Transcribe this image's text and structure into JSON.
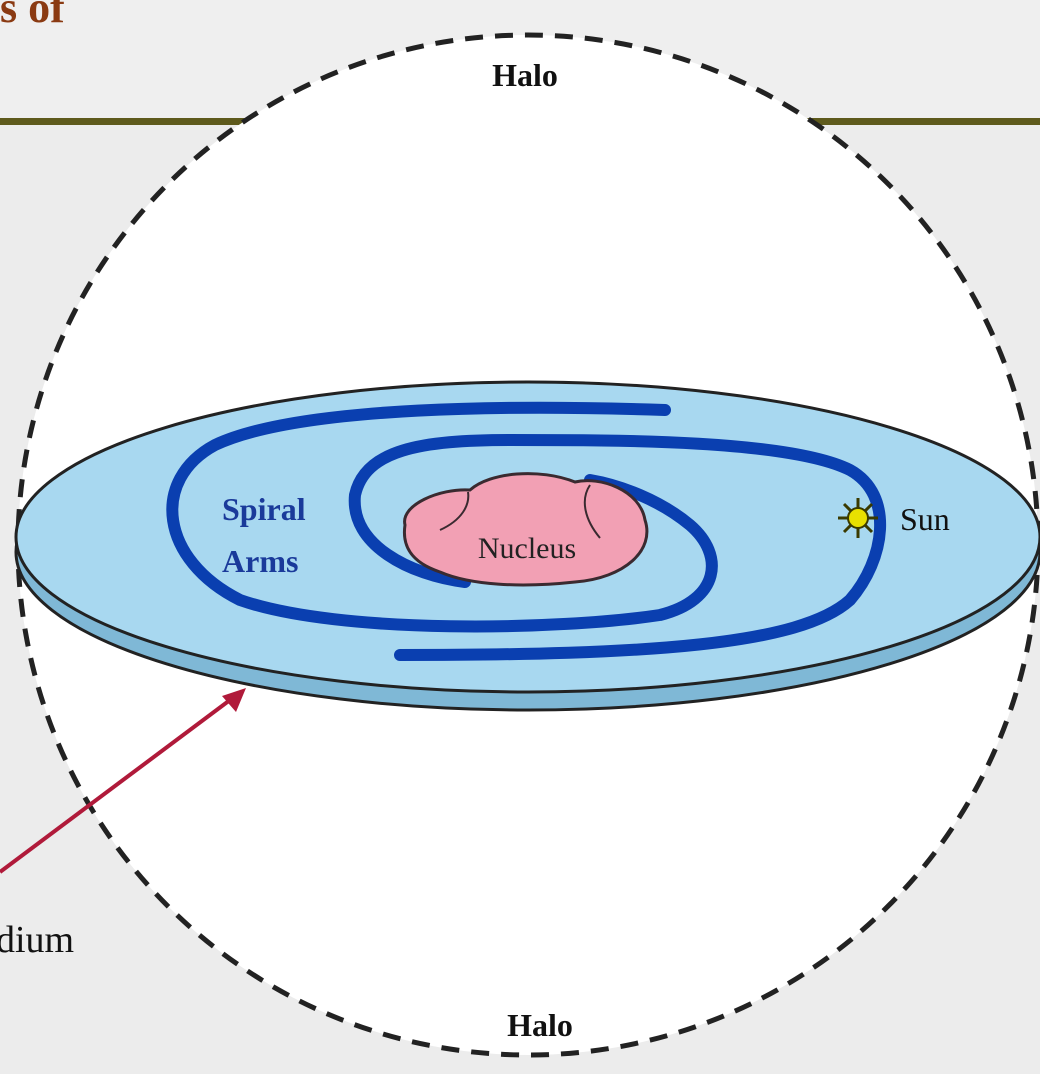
{
  "page": {
    "title_fragment": "s of",
    "left_label_fragment": "dium"
  },
  "diagram": {
    "labels": {
      "halo_top": "Halo",
      "halo_bottom": "Halo",
      "spiral_arms_line1": "Spiral",
      "spiral_arms_line2": "Arms",
      "nucleus": "Nucleus",
      "sun": "Sun"
    },
    "colors": {
      "disk_fill": "#a8d8f0",
      "spiral_arm": "#0a3fb0",
      "nucleus_fill": "#f2a0b4",
      "halo_fill": "#ffffff",
      "arrow": "#b01a3a",
      "rule": "#5e5a1c",
      "sun": "#e8e000",
      "label_blue": "#1a3a9a"
    }
  }
}
